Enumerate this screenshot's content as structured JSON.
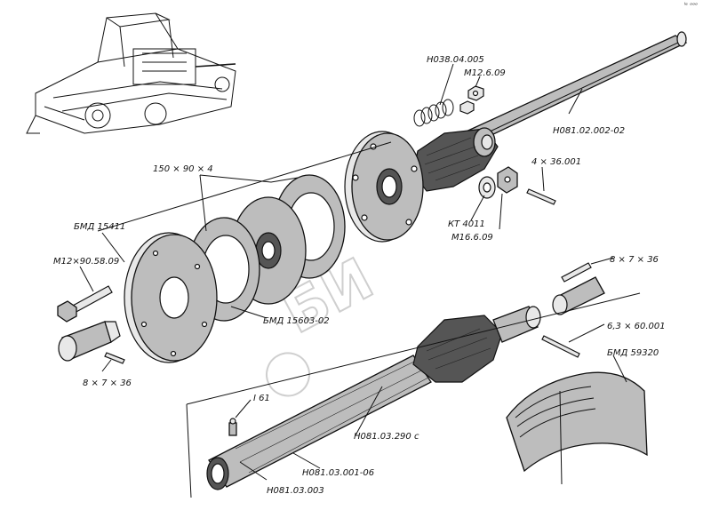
{
  "labels": {
    "h038": "Н038.04.005",
    "m12_609": "М12.6.09",
    "h081_02": "Н081.02.002-02",
    "dim150": "150 × 90 × 4",
    "pin436": "4 × 36.001",
    "bmd15411": "БМД 15411",
    "kt4011": "КТ 4011",
    "m16_609": "М16.6.09",
    "m12_90": "М12×90.58.09",
    "pin8736_top": "8 × 7 × 36",
    "bmd15603": "БМД 15603-02",
    "pin8736_left": "8 × 7 × 36",
    "pin63": "6,3 × 60.001",
    "bmd59320": "БМД 59320",
    "i61": "I 61",
    "h08103290": "Н081.03.290 с",
    "h081_001": "Н081.03.001-06",
    "h081_003": "Н081.03.003",
    "corner": "ˡᵉ ᵒᵒᵒ"
  },
  "watermark": "БИ"
}
